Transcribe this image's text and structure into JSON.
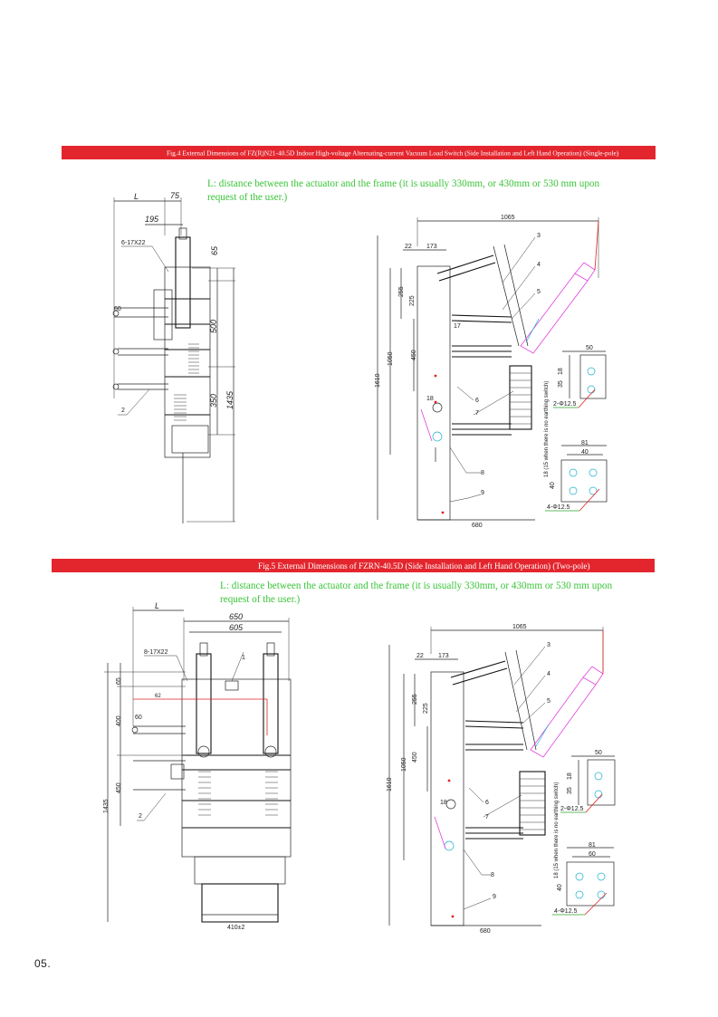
{
  "fig4": {
    "caption": "Fig.4 External Dimensions of FZ(R)N21-40.5D Indoor High-voltage Alternating-current Vacuum Load Switch (Side Installation and Left Hand Operation) (Single-pole)",
    "note": "L: distance between the actuator and the frame (it is usually 330mm, or 430mm or 530 mm upon request of the user.)",
    "left_view": {
      "L": "L",
      "d75": "75",
      "d195": "195",
      "holes": "6-17X22",
      "d65": "65",
      "d500": "500",
      "d350": "350",
      "d1435": "1435",
      "d60": "60",
      "p2": "2"
    },
    "right_view": {
      "d1065": "1065",
      "d22": "22",
      "d173": "173",
      "d255": "255",
      "d225": "225",
      "d450": "450",
      "d1050": "1050",
      "d1610": "1610",
      "d680": "680",
      "p3": "3",
      "p4": "4",
      "p5": "5",
      "p6": "6",
      "p7": "7",
      "p8": "8",
      "p9": "9",
      "p17": "17",
      "p18": "18"
    },
    "detail_a": {
      "d50": "50",
      "d18": "18",
      "d35": "35",
      "holes": "2-Φ12.5"
    },
    "detail_b": {
      "d81": "81",
      "d40": "40",
      "d40v": "40",
      "holes": "4-Φ12.5",
      "side": "18 (15 when there is no earthing switch)"
    }
  },
  "fig5": {
    "caption": "Fig.5 External Dimensions of FZRN-40.5D (Side Installation and Left Hand Operation) (Two-pole)",
    "note": "L: distance between the actuator and the frame (it is usually 330mm, or 430mm or 530 mm upon request of the user.)",
    "left_view": {
      "L": "L",
      "d650": "650",
      "d605": "605",
      "holes": "8-17X22",
      "p1": "1",
      "d65": "65",
      "d400": "400",
      "d60": "60",
      "d1435": "1435",
      "d450": "450",
      "p2": "2",
      "d410": "410±2",
      "d62": "62"
    },
    "right_view": {
      "d1065": "1065",
      "d22": "22",
      "d173": "173",
      "d255": "255",
      "d225": "225",
      "d450": "450",
      "d1050": "1050",
      "d1610": "1610",
      "d680": "680",
      "p3": "3",
      "p4": "4",
      "p5": "5",
      "p6": "6",
      "p7": "7",
      "p8": "8",
      "p9": "9",
      "p18": "18"
    },
    "detail_a": {
      "d50": "50",
      "d18": "18",
      "d35": "35",
      "holes": "2-Φ12.5"
    },
    "detail_b": {
      "d81": "81",
      "d60": "60",
      "d40v": "40",
      "holes": "4-Φ12.5",
      "side": "18 (15 when there is no earthing switch)"
    }
  },
  "page_number": "05.",
  "colors": {
    "banner": "#e3262e",
    "note": "#3ac43a",
    "accent_magenta": "#e040e0",
    "accent_cyan": "#1ab0d0"
  }
}
